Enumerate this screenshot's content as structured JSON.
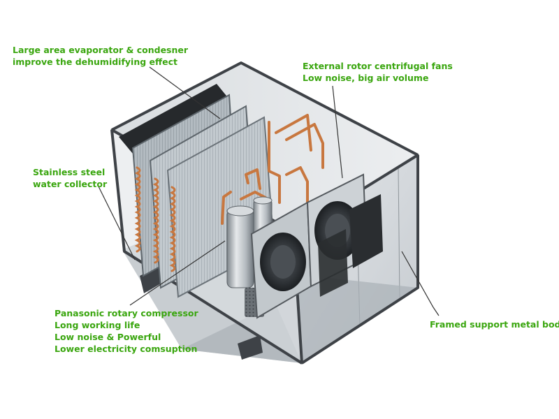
{
  "colors": {
    "label_green": "#3aa60f",
    "leader_line": "#333333",
    "copper": "#c8773f",
    "metal_frame": "#3e4247",
    "glass_panel": "#d6dade",
    "fin_coil": "#b9c1c7"
  },
  "callouts": {
    "evaporator": {
      "line1": "Large area evaporator & condesner",
      "line2": "improve the dehumidifying effect"
    },
    "fans": {
      "line1": "External rotor centrifugal fans",
      "line2": "Low noise, big air volume"
    },
    "collector": {
      "line1": "Stainless steel",
      "line2": "water collector"
    },
    "compressor": {
      "line1": "Panasonic rotary compressor",
      "line2": "Long working life",
      "line3": "Low noise & Powerful",
      "line4": "Lower electricity comsuption"
    },
    "body": {
      "line1": "Framed support metal body"
    }
  }
}
